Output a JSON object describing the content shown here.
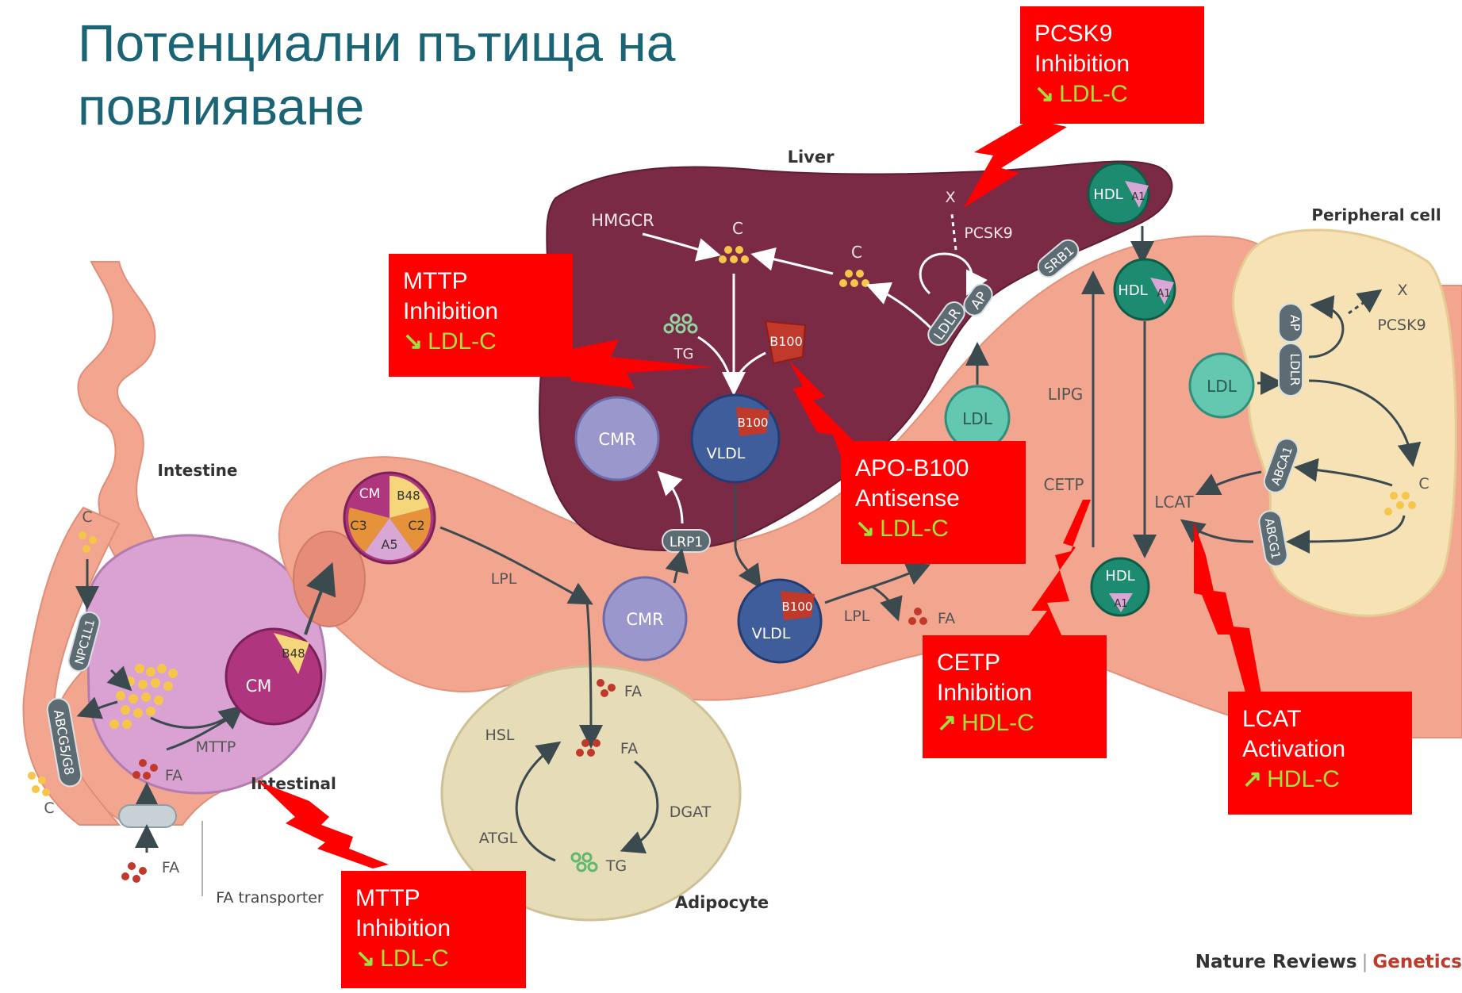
{
  "title": "Потенциални пътища на повлияване",
  "organs": {
    "liver": "Liver",
    "peripheral_cell": "Peripheral cell",
    "intestine": "Intestine",
    "intestinal": "Intestinal",
    "adipocyte": "Adipocyte",
    "fa_transporter": "FA transporter"
  },
  "labels": {
    "hmgcr": "HMGCR",
    "c": "C",
    "tg": "TG",
    "fa": "FA",
    "x": "X",
    "pcsk9": "PCSK9",
    "b100": "B100",
    "b48": "B48",
    "cm": "CM",
    "cmr": "CMR",
    "vldl": "VLDL",
    "ldl": "LDL",
    "hdl": "HDL",
    "a1": "A1",
    "c3": "C3",
    "c2": "C2",
    "a5": "A5",
    "lpl": "LPL",
    "lrp1": "LRP1",
    "ldlr": "LDLR",
    "ap": "AP",
    "srb1": "SRB1",
    "lipg": "LIPG",
    "cetp": "CETP",
    "lcat": "LCAT",
    "abca1": "ABCA1",
    "abcg1": "ABCG1",
    "npc1l1": "NPC1L1",
    "abcg5g8": "ABCG5/G8",
    "mttp": "MTTP",
    "hsl": "HSL",
    "atgl": "ATGL",
    "dgat": "DGAT"
  },
  "callouts": {
    "pcsk9": {
      "line1": "PCSK9",
      "line2": "Inhibition",
      "arrow": "↘",
      "effect": "LDL-C"
    },
    "mttp_liver": {
      "line1": "MTTP",
      "line2": "Inhibition",
      "arrow": "↘",
      "effect": "LDL-C"
    },
    "apob100": {
      "line1": "APO-B100",
      "line2": "Antisense",
      "arrow": "↘",
      "effect": "LDL-C"
    },
    "cetp": {
      "line1": "CETP",
      "line2": "Inhibition",
      "arrow": "↗",
      "effect": "HDL-C"
    },
    "lcat": {
      "line1": "LCAT",
      "line2": "Activation",
      "arrow": "↗",
      "effect": "HDL-C"
    },
    "mttp_intestine": {
      "line1": "MTTP",
      "line2": "Inhibition",
      "arrow": "↘",
      "effect": "LDL-C"
    }
  },
  "credit": {
    "journal": "Nature Reviews",
    "separator": "|",
    "section": "Genetics"
  },
  "colors": {
    "title": "#1b6475",
    "callout_bg": "#ff0000",
    "effect_green": "#9ee23c",
    "liver": "#7a2a45",
    "vessel": "#f2a690",
    "peripheral": "#f6e2b4",
    "adipocyte": "#e7dcb8",
    "enterocyte": "#d9a2d2",
    "vldl": "#3e5d9a",
    "cmr": "#9a97cc",
    "hdl": "#1d8b70",
    "ldl": "#64c7b0",
    "cm": "#b0357f"
  }
}
